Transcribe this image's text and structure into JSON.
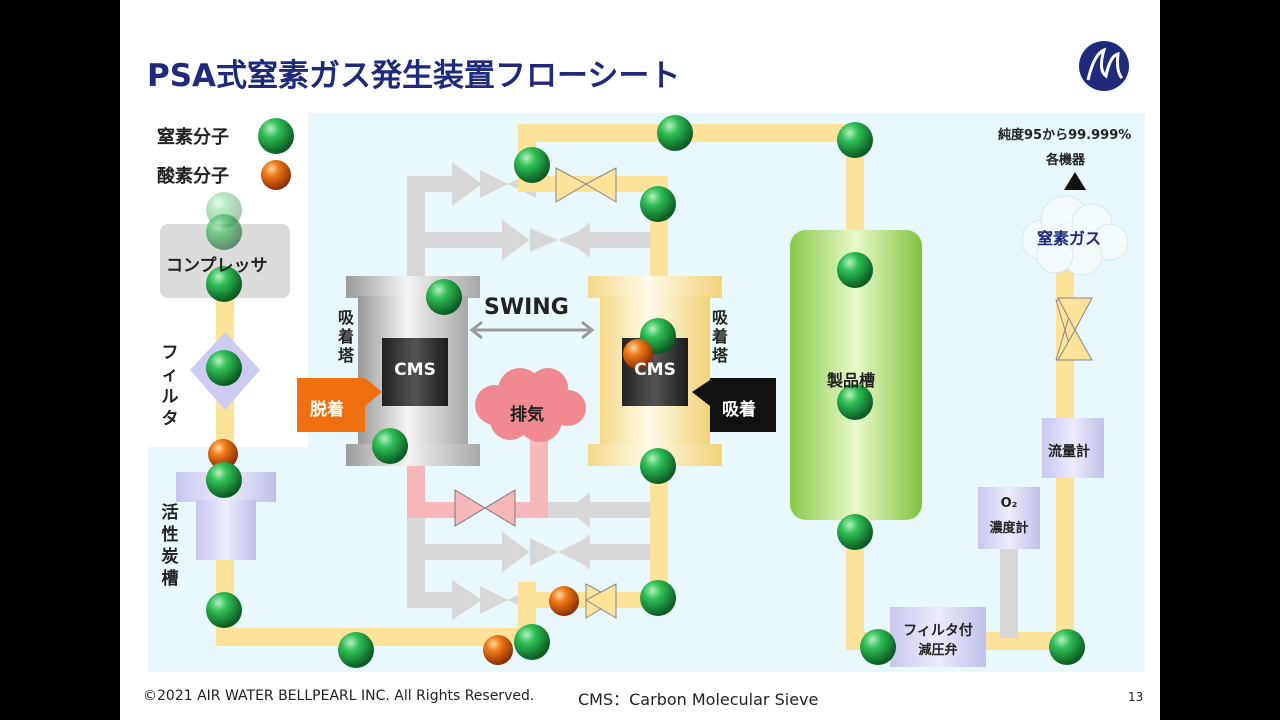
{
  "title": "PSA式窒素ガス発生装置フローシート",
  "legend": {
    "nitrogen": "窒素分子",
    "oxygen": "酸素分子"
  },
  "labels": {
    "compressor": "コンプレッサ",
    "filter": "フィルタ",
    "carbon_tank": "活性炭槽",
    "adsorption_tower_left": "吸着塔",
    "adsorption_tower_right": "吸着塔",
    "cms_left": "CMS",
    "cms_right": "CMS",
    "desorption": "脱着",
    "adsorption": "吸着",
    "swing": "SWING",
    "exhaust": "排気",
    "product_tank": "製品槽",
    "purity": "純度95から99.999%",
    "equipment": "各機器",
    "nitrogen_gas": "窒素ガス",
    "flow_meter": "流量計",
    "o2_meter_line1": "O₂",
    "o2_meter_line2": "濃度計",
    "filter_valve_line1": "フィルタ付",
    "filter_valve_line2": "減圧弁"
  },
  "footer": {
    "copyright": "©2021 AIR WATER BELLPEARL INC. All Rights Reserved.",
    "cms_note": "CMS：Carbon Molecular Sieve",
    "page": "13"
  },
  "colors": {
    "title": "#1f2b7a",
    "nitrogen": "#1a8f3a",
    "oxygen": "#d9600c",
    "pipe": "#fde39a",
    "desorb_tag": "#f07010",
    "adsorb_tag": "#111111",
    "background_panel": "#e8f8fc",
    "logo": "#1f2b7a"
  }
}
